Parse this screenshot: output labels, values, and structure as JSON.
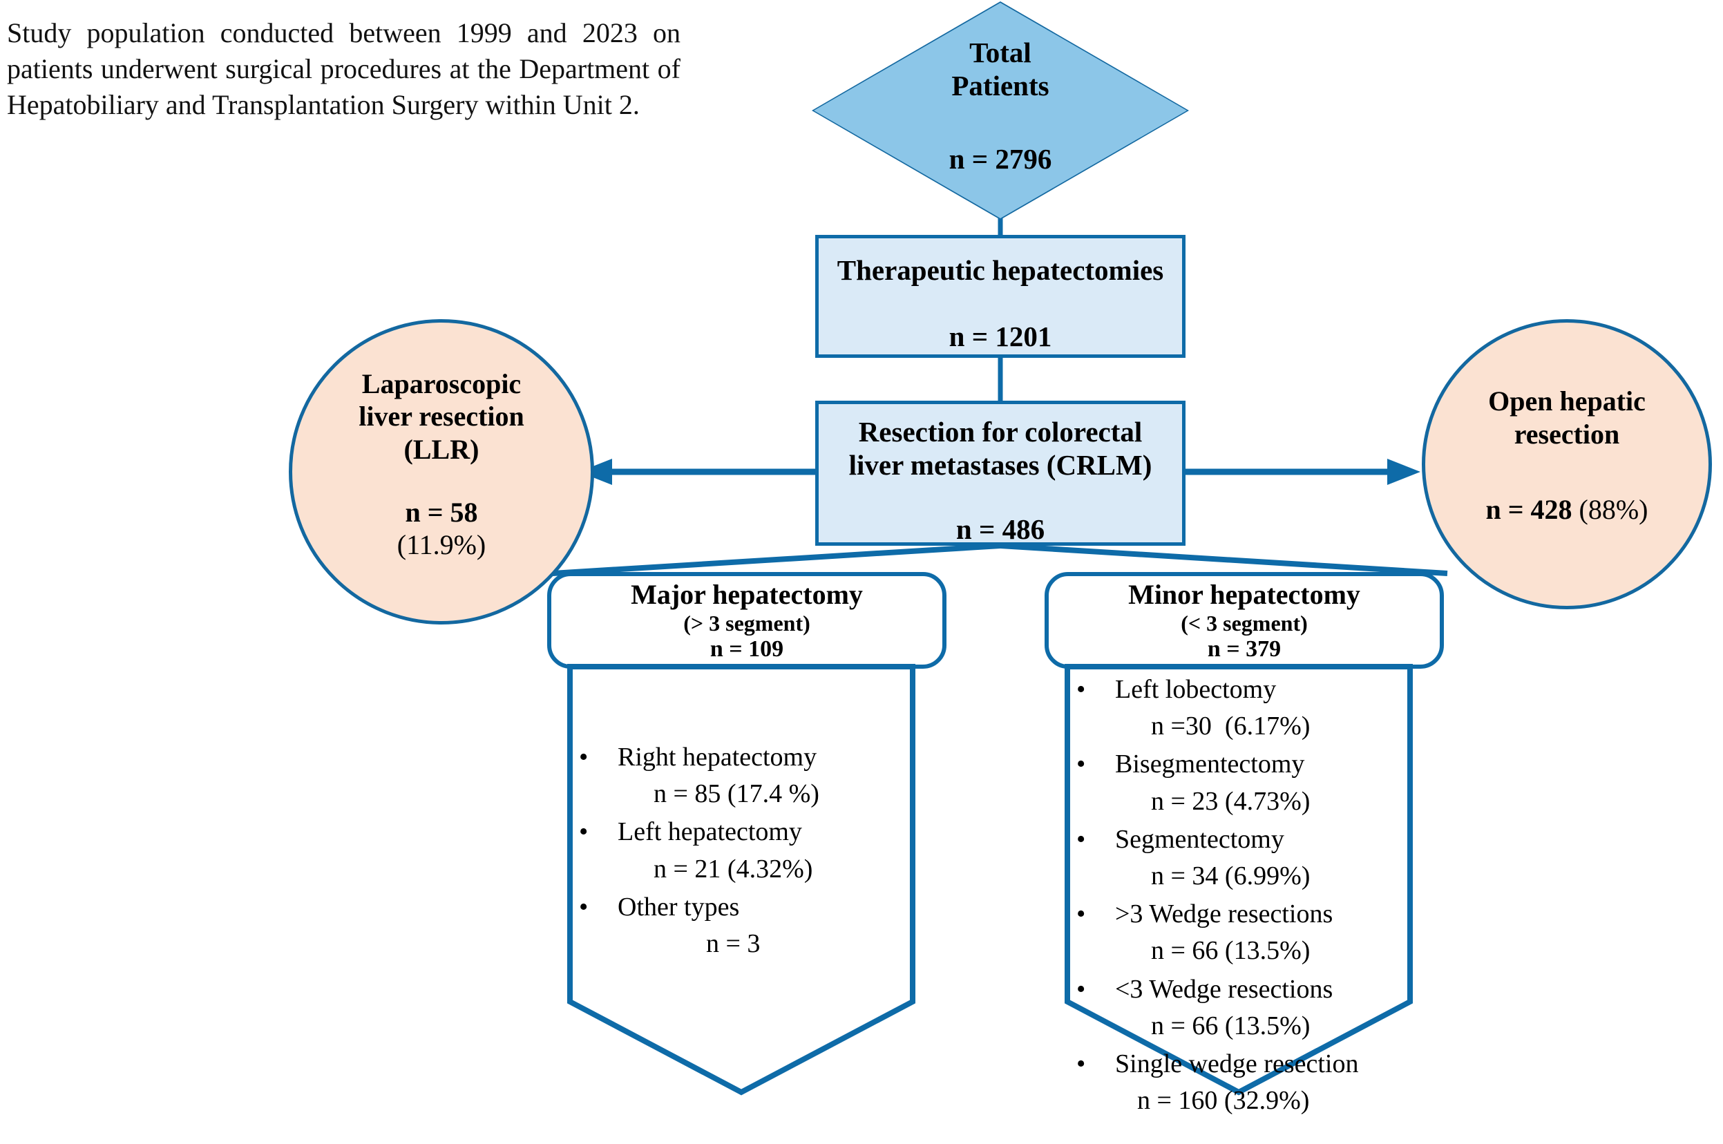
{
  "caption": {
    "text": "Study population conducted between 1999 and 2023 on patients underwent surgical procedures at the Department of Hepatobiliary and Transplantation Surgery within Unit 2."
  },
  "colors": {
    "border_blue": "#0E6BA8",
    "diamond_fill": "#8CC6E8",
    "box_fill": "#DAEAF7",
    "circle_fill": "#FBE2D2",
    "text": "#000000"
  },
  "nodes": {
    "total_patients": {
      "title_line1": "Total",
      "title_line2": "Patients",
      "count": "n = 2796"
    },
    "therapeutic_hepatectomies": {
      "title": "Therapeutic hepatectomies",
      "count": "n = 1201"
    },
    "crlm": {
      "title_line1": "Resection for colorectal",
      "title_line2": "liver metastases (CRLM)",
      "count": "n = 486"
    },
    "llr": {
      "title_line1": "Laparoscopic",
      "title_line2": "liver resection",
      "title_line3": "(LLR)",
      "count": "n = 58",
      "percent": "(11.9%)"
    },
    "open_resection": {
      "title_line1": "Open hepatic",
      "title_line2": "resection",
      "count": "n = 428",
      "percent": " (88%)"
    },
    "major": {
      "title": "Major hepatectomy",
      "subtitle": "(> 3 segment)",
      "count": "n = 109",
      "items": [
        {
          "label": "Right hepatectomy",
          "value": "n = 85 (17.4 %)"
        },
        {
          "label": "Left hepatectomy",
          "value": "n = 21 (4.32%)"
        },
        {
          "label": "Other types",
          "value": "n = 3"
        }
      ]
    },
    "minor": {
      "title": "Minor hepatectomy",
      "subtitle": "(< 3 segment)",
      "count": "n = 379",
      "items": [
        {
          "label": "Left lobectomy",
          "value": "n =30  (6.17%)"
        },
        {
          "label": "Bisegmentectomy",
          "value": "n = 23 (4.73%)"
        },
        {
          "label": "Segmentectomy",
          "value": "n = 34 (6.99%)"
        },
        {
          "label": ">3 Wedge resections",
          "value": "n = 66 (13.5%)"
        },
        {
          "label": "<3 Wedge resections",
          "value": "n = 66 (13.5%)"
        },
        {
          "label": "Single wedge resection",
          "value": "n = 160 (32.9%)"
        }
      ]
    }
  },
  "bullet_glyph": "•"
}
